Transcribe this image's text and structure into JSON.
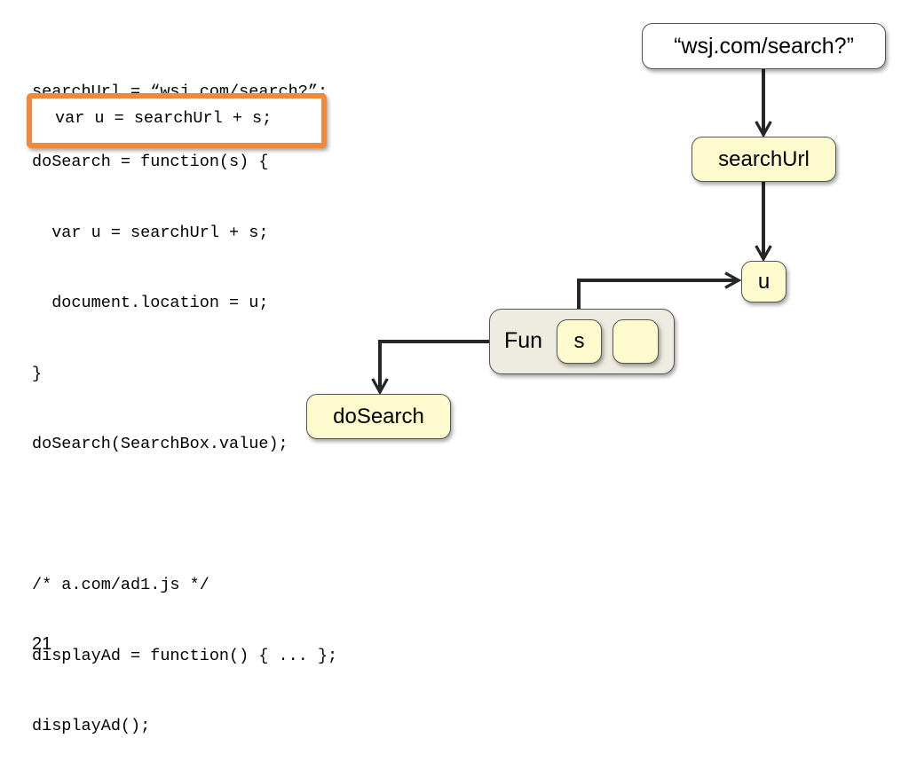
{
  "code_lines": [
    "searchUrl = “wsj.com/search?”;",
    "doSearch = function(s) {",
    "  var u = searchUrl + s;",
    "  document.location = u;",
    "}",
    "doSearch(SearchBox.value);",
    "",
    "/* a.com/ad1.js */",
    "displayAd = function() { ... };",
    "displayAd();"
  ],
  "highlight": {
    "text": "var u = searchUrl + s;",
    "border_color": "#ef8a3c"
  },
  "diagram": {
    "string_node": "“wsj.com/search?”",
    "searchurl_node": "searchUrl",
    "u_node": "u",
    "dosearch_node": "doSearch",
    "closure_label": "Fun",
    "closure_param": "s",
    "closure_env": "",
    "node_fill": "#fdfbce",
    "closure_fill": "#eeece1",
    "arrow_color": "#262626"
  },
  "slide_number": "21"
}
